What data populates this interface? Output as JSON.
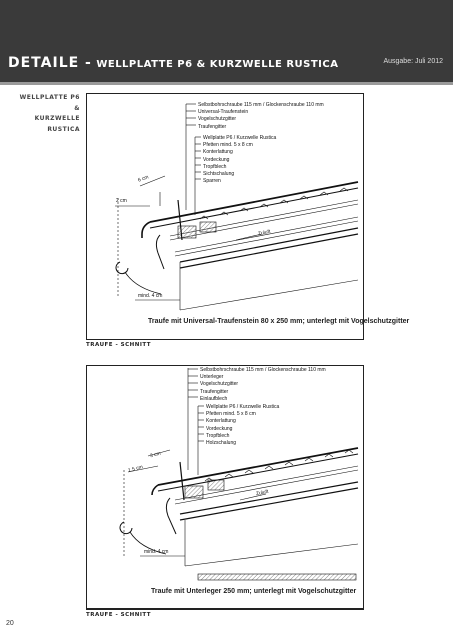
{
  "header": {
    "title_main": "DETAILE -",
    "title_sub": "WELLPLATTE P6 & KURZWELLE RUSTICA",
    "issue": "Ausgabe: Juli 2012"
  },
  "side_label": [
    "WELLPLATTE P6",
    "&",
    "KURZWELLE",
    "RUSTICA"
  ],
  "detail1": {
    "legend_top": [
      "Selbstbohrschraube 115 mm / Glockenschraube 110 mm",
      "Universal-Traufenstein",
      "Vogelschutzgitter",
      "Traufengitter"
    ],
    "legend_bottom": [
      "Wellplatte P6 / Kurzwelle Rustica",
      "Pfetten mind. 5 x 8 cm",
      "Konterlattung",
      "Vordeckung",
      "Tropfblech",
      "Sichtschalung",
      "Sparren"
    ],
    "dim_6cm": "6 cm",
    "dim_2cm": "2 cm",
    "dim_4cm": "mind. 4 cm",
    "zuluft": "Zuluft",
    "caption": "Traufe mit Universal-Traufenstein 80 x 250 mm; unterlegt mit Vogelschutzgitter",
    "section_label": "TRAUFE - SCHNITT"
  },
  "detail2": {
    "legend_top": [
      "Selbstbohrschraube 115 mm / Glockenschraube 110 mm",
      "Unterleger",
      "Vogelschutzgitter",
      "Traufengitter",
      "Einlaufblech"
    ],
    "legend_bottom": [
      "Wellplatte P6 / Kurzwelle Rustica",
      "Pfetten mind. 5 x 8 cm",
      "Konterlattung",
      "Vordeckung",
      "Tropfblech",
      "Holzschalung"
    ],
    "dim_3cm": "3 cm",
    "dim_15cm": "1.5 cm",
    "dim_4cm": "mind. 4 cm",
    "zuluft": "Zuluft",
    "caption": "Traufe mit Unterleger 250 mm; unterlegt mit Vogelschutzgitter",
    "section_label": "TRAUFE - SCHNITT"
  },
  "page_number": "20"
}
